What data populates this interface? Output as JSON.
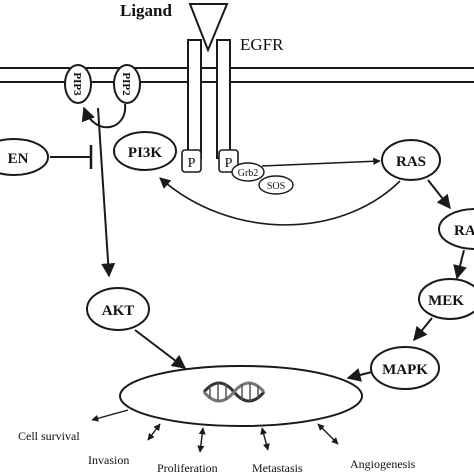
{
  "receptor": {
    "ligand": "Ligand",
    "name": "EGFR",
    "phospho_left": "P",
    "phospho_right": "P"
  },
  "membrane_lipids": {
    "pip3": "PIP3",
    "pip2": "PIP2"
  },
  "nodes": {
    "pten": "EN",
    "pi3k": "PI3K",
    "grb2": "Grb2",
    "sos": "SOS",
    "ras": "RAS",
    "raf": "RA",
    "mek": "MEK",
    "mapk": "MAPK",
    "akt": "AKT"
  },
  "outcomes": {
    "cell_survival": "Cell survival",
    "invasion": "Invasion",
    "proliferation": "Proliferation",
    "metastasis": "Metastasis",
    "angiogenesis": "Angiogenesis"
  },
  "colors": {
    "stroke": "#1a1a1a",
    "membrane_fill": "#ffffff",
    "background": "#ffffff"
  },
  "icons": {
    "nucleus_content": "dna-helix-icon"
  }
}
